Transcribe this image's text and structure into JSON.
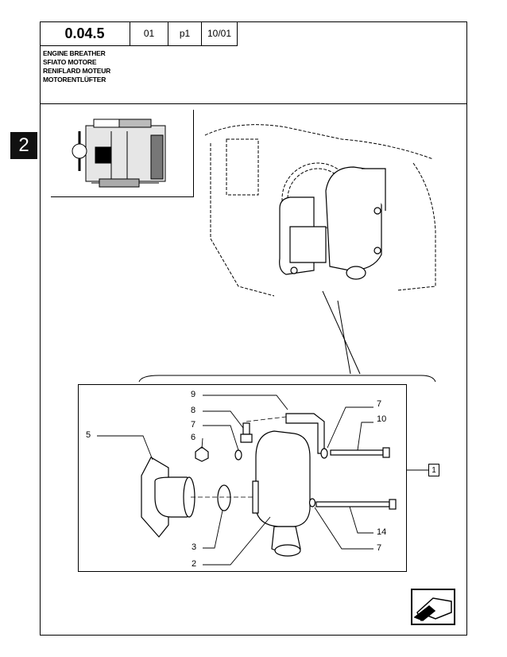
{
  "header": {
    "code": "0.04.5",
    "sheet": "01",
    "page": "p1",
    "date": "10/01"
  },
  "titles": [
    "ENGINE BREATHER",
    "SFIATO MOTORE",
    "RENIFLARD MOTEUR",
    "MOTORENTLÜFTER"
  ],
  "section_tab": "2",
  "reference_box": "1",
  "callouts": {
    "c9": "9",
    "c8": "8",
    "c7a": "7",
    "c6": "6",
    "c5": "5",
    "c3": "3",
    "c2": "2",
    "c7b": "7",
    "c10": "10",
    "c14": "14",
    "c7c": "7"
  },
  "icons": {
    "navigation": "next-page-arrow-icon"
  }
}
